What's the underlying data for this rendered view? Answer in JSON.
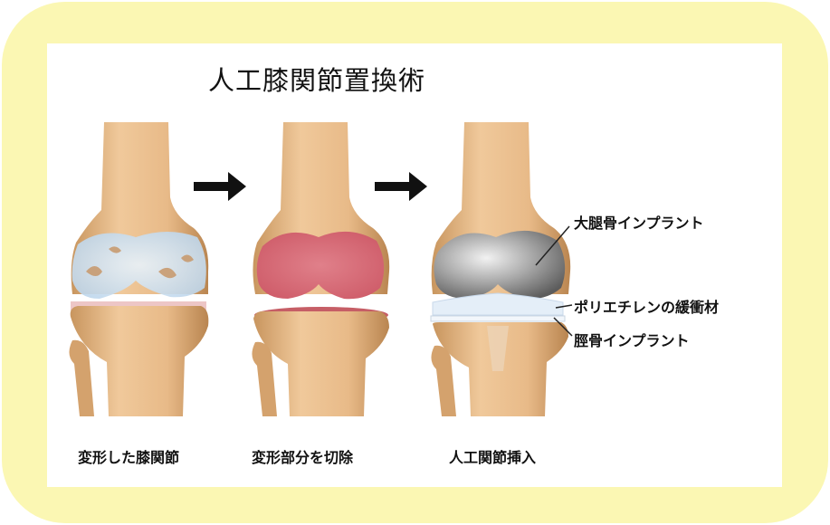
{
  "title": "人工膝関節置換術",
  "stages": [
    {
      "caption": "変形した膝関節"
    },
    {
      "caption": "変形部分を切除"
    },
    {
      "caption": "人工関節挿入"
    }
  ],
  "labels": {
    "femoral_implant": "大腿骨インプラント",
    "polyethylene_insert": "ポリエチレンの緩衝材",
    "tibial_implant": "脛骨インプラント"
  },
  "colors": {
    "frame_yellow": "#fbf7b3",
    "bone": "#e2b583",
    "bone_shadow": "#b88450",
    "cartilage_damaged": "#cfe3f2",
    "resected_surface": "#d9707a",
    "implant_metal": "#9a9a9a",
    "polyethylene": "#e4eef8"
  }
}
